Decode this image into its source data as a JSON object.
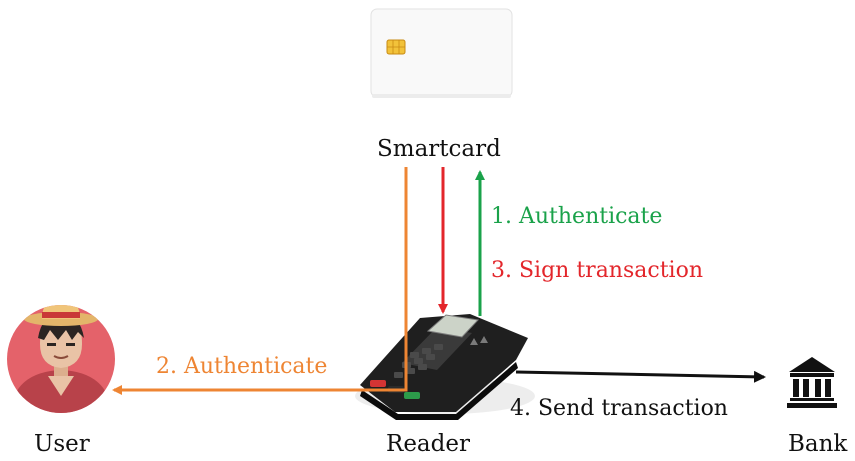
{
  "nodes": {
    "smartcard": {
      "label": "Smartcard",
      "icon": "smartcard-chip-icon"
    },
    "reader": {
      "label": "Reader",
      "icon": "card-reader-terminal-icon"
    },
    "user": {
      "label": "User",
      "icon": "user-avatar-icon"
    },
    "bank": {
      "label": "Bank",
      "icon": "bank-building-icon"
    }
  },
  "edges": {
    "step1": {
      "label": "1. Authenticate",
      "color": "#1aa24a"
    },
    "step2": {
      "label": "2. Authenticate",
      "color": "#ee8533"
    },
    "step3": {
      "label": "3. Sign transaction",
      "color": "#e3262b"
    },
    "step4": {
      "label": "4. Send transaction",
      "color": "#111111"
    }
  }
}
